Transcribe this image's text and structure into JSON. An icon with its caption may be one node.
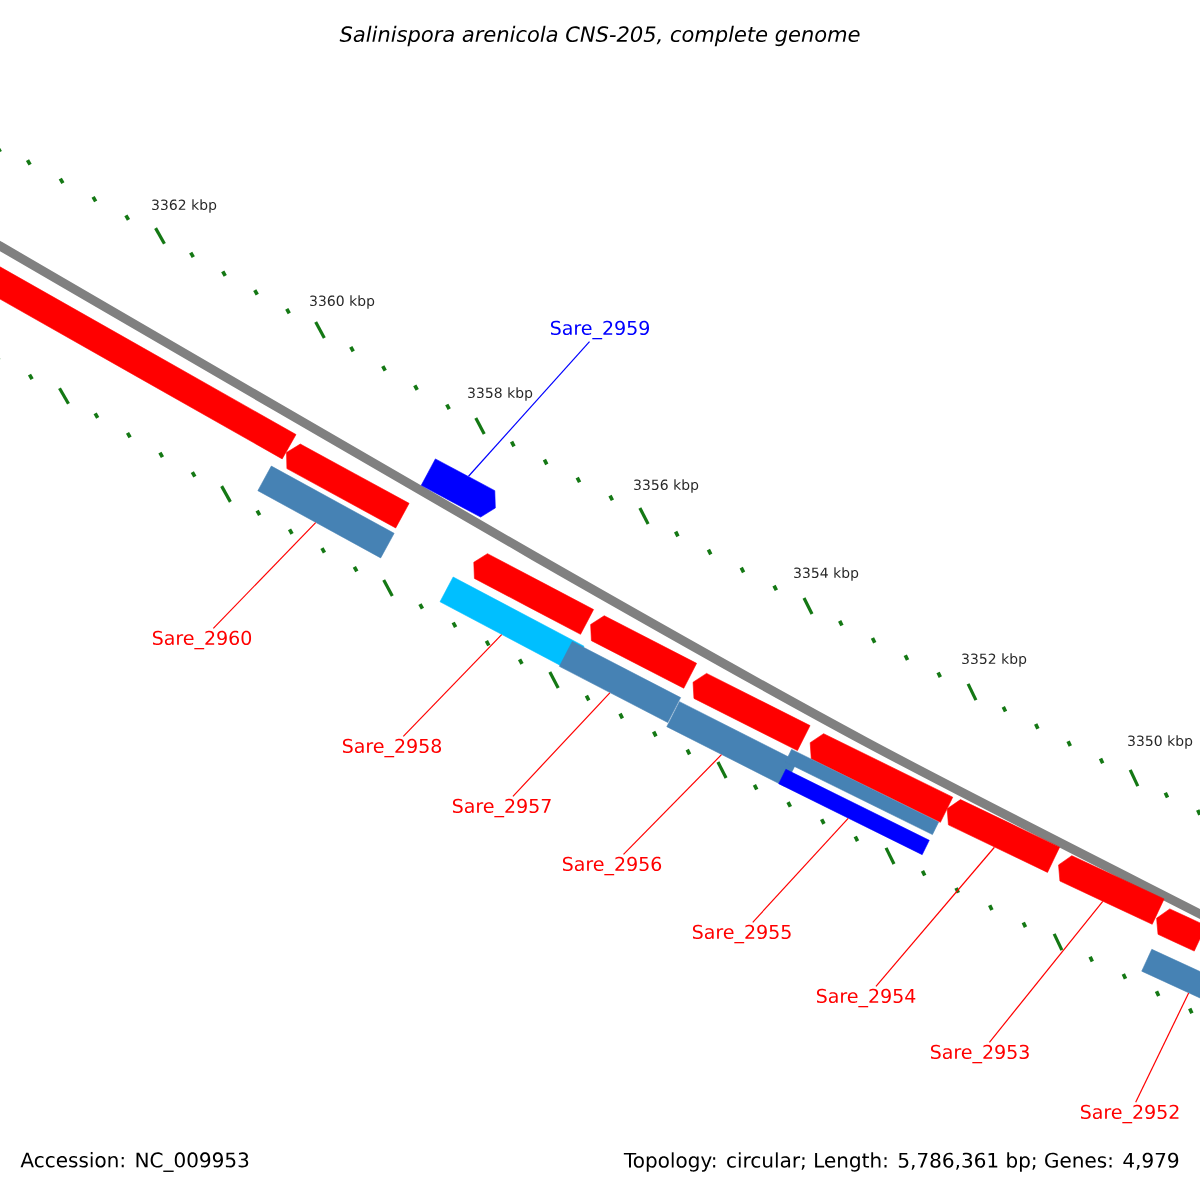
{
  "diagram": {
    "title": "Salinispora arenicola CNS-205, complete genome",
    "nodes": [
      {
        "text": [],
        "shape": "bar"
      },
      {
        "text": [],
        "shape": "bar"
      },
      {
        "text": [],
        "shape": "bar"
      },
      {
        "text": [],
        "shape": "bar"
      },
      {
        "text": [],
        "shape": "bar"
      },
      {
        "text": [],
        "shape": "bar"
      },
      {
        "text": [],
        "shape": "bar"
      },
      {
        "text": [],
        "shape": "bar"
      },
      {
        "text": [],
        "shape": "bar"
      },
      {
        "text": [],
        "shape": "bar"
      },
      {
        "text": [],
        "shape": "bar"
      },
      {
        "text": [],
        "shape": "bar"
      },
      {
        "text": [],
        "shape": "bar"
      },
      {
        "text": [],
        "shape": "bar"
      },
      {
        "text": [],
        "shape": "bar"
      },
      {
        "text": [],
        "shape": "bar"
      },
      {
        "text": [],
        "shape": "bar"
      },
      {
        "text": [
          "Sare_2960"
        ]
      },
      {
        "text": [
          "Sare_2959"
        ]
      },
      {
        "text": [
          "Sare_2958"
        ]
      },
      {
        "text": [
          "Sare_2957"
        ]
      },
      {
        "text": [
          "Sare_2956"
        ]
      },
      {
        "text": [
          "Sare_2955"
        ]
      },
      {
        "text": [
          "Sare_2954"
        ]
      },
      {
        "text": [
          "Sare_2953"
        ]
      },
      {
        "text": [
          "Sare_2952"
        ]
      }
    ],
    "edges": [
      {
        "from": 17,
        "to": 2,
        "arrow": "none"
      },
      {
        "from": 18,
        "to": 3,
        "arrow": "none",
        "color": "#0000ff"
      },
      {
        "from": 19,
        "to": 5,
        "arrow": "none"
      },
      {
        "from": 20,
        "to": 7,
        "arrow": "none"
      },
      {
        "from": 21,
        "to": 9,
        "arrow": "none"
      },
      {
        "from": 22,
        "to": 12,
        "arrow": "none"
      },
      {
        "from": 23,
        "to": 13,
        "arrow": "none"
      },
      {
        "from": 24,
        "to": 14,
        "arrow": "none"
      },
      {
        "from": 25,
        "to": 16,
        "arrow": "none"
      }
    ],
    "labels": [
      "3362 kbp",
      "3360 kbp",
      "3358 kbp",
      "3356 kbp",
      "3354 kbp",
      "3352 kbp",
      "3350 kbp",
      "Accession: NC_009953",
      "Topology: circular; Length: 5,786,361 bp; Genes: 4,979"
    ]
  }
}
